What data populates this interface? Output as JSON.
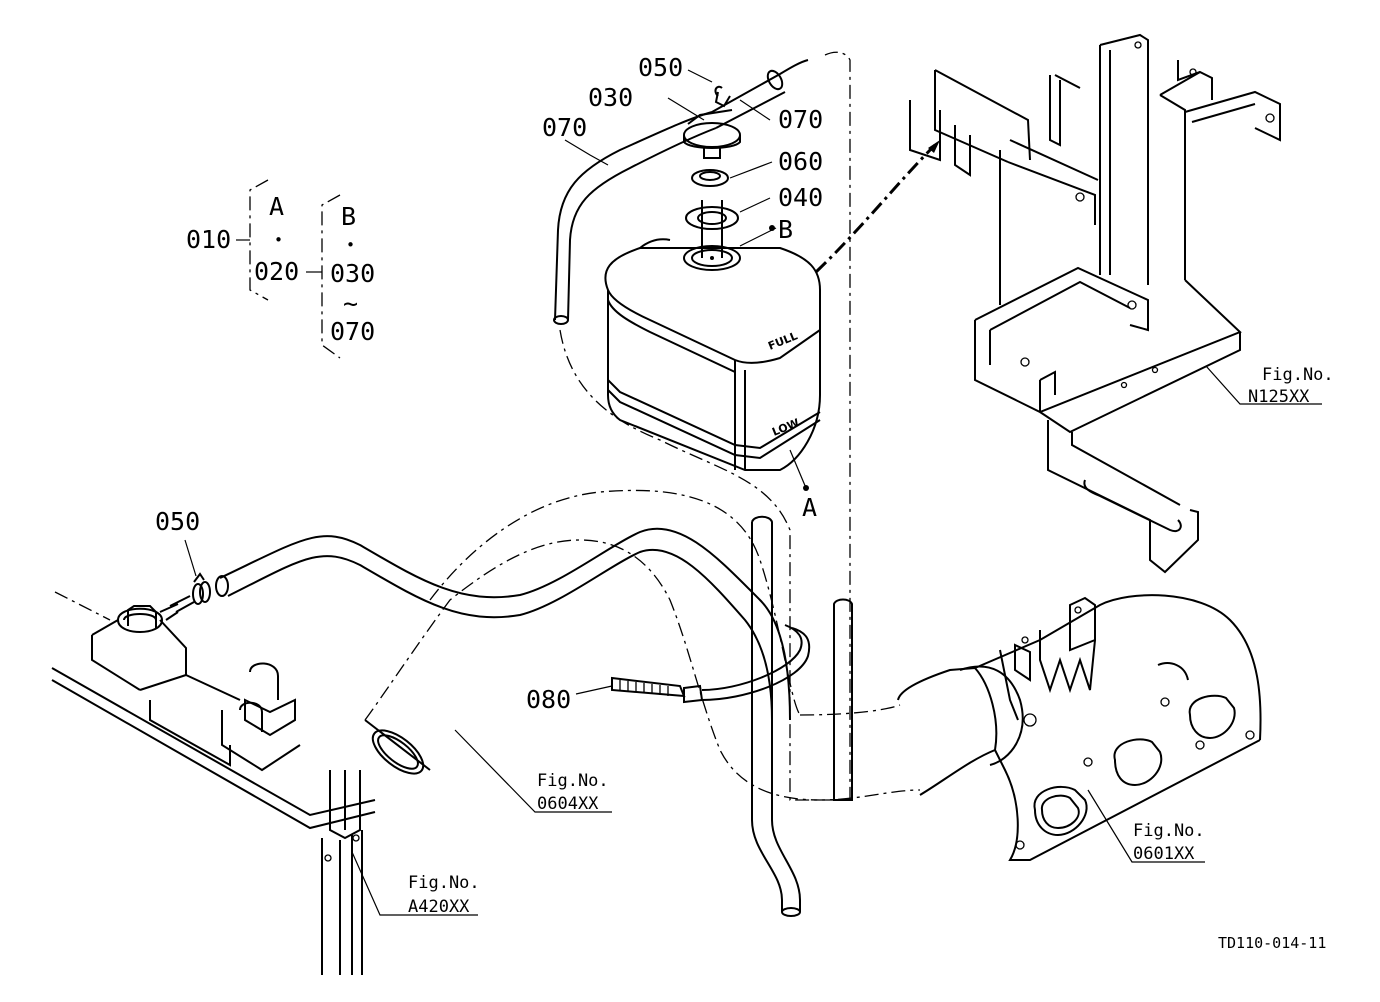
{
  "callouts": {
    "p050_top": "050",
    "p030": "030",
    "p070_left": "070",
    "p070_right": "070",
    "p060": "060",
    "p040": "040",
    "p050_left": "050",
    "p080": "080",
    "p010": "010",
    "p020": "020",
    "p030_group": "030",
    "p070_group": "070",
    "tilde": "~",
    "dot": "•"
  },
  "markers": {
    "A": "A",
    "B": "B",
    "A_group": "A",
    "B_group": "B"
  },
  "tank_labels": {
    "full": "FULL",
    "low": "LOW"
  },
  "fig_refs": [
    {
      "label": "Fig.No.",
      "code": "N125XX"
    },
    {
      "label": "Fig.No.",
      "code": "0604XX"
    },
    {
      "label": "Fig.No.",
      "code": "0601XX"
    },
    {
      "label": "Fig.No.",
      "code": "A420XX"
    }
  ],
  "drawing_id": "TD110-014-11"
}
